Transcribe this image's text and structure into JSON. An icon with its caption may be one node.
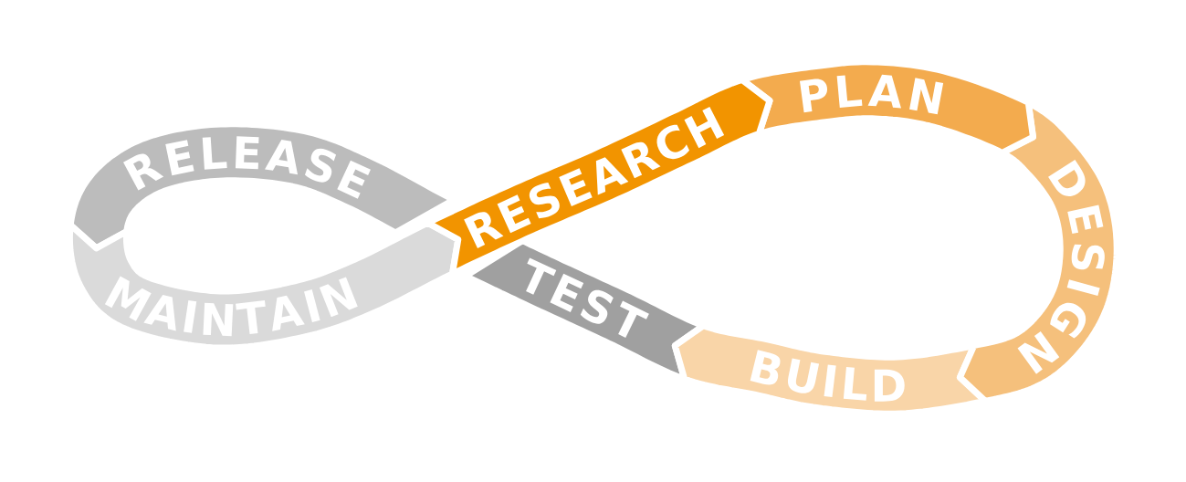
{
  "diagram": {
    "nodes": [
      {
        "text": [
          "RESEARCH"
        ]
      },
      {
        "text": [
          "PLAN"
        ]
      },
      {
        "text": [
          "DESIGN"
        ]
      },
      {
        "text": [
          "BUILD"
        ]
      },
      {
        "text": [
          "TEST"
        ]
      },
      {
        "text": [
          "RELEASE"
        ]
      },
      {
        "text": [
          "MAINTAIN"
        ]
      }
    ]
  }
}
